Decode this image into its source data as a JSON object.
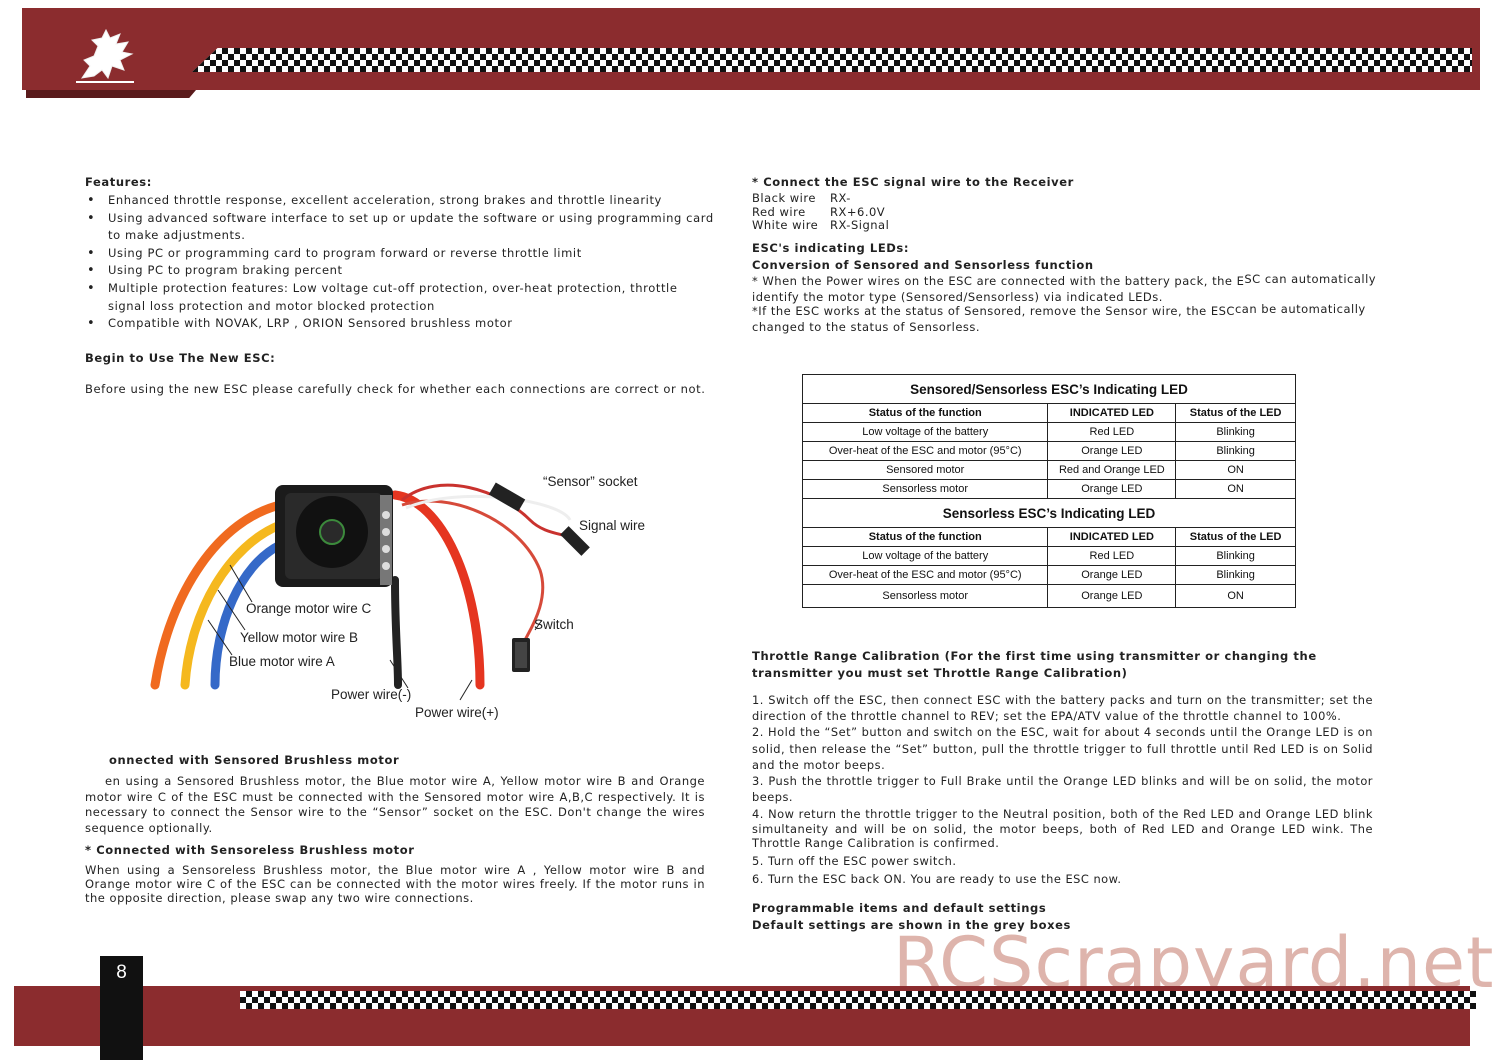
{
  "header": {
    "logo": "dragon-logo"
  },
  "left": {
    "features_heading": "Features:",
    "features": [
      "Enhanced throttle response, excellent acceleration, strong brakes and throttle linearity",
      "Using advanced software interface to set up or update the software or using programming card to make adjustments.",
      "Using PC or programming card to program forward or reverse throttle limit",
      "Using PC to program braking percent",
      "Multiple protection features: Low voltage cut-off protection, over-heat protection, throttle signal loss protection and motor blocked protection",
      "Compatible with NOVAK, LRP , ORION Sensored brushless motor"
    ],
    "begin_heading": "Begin to Use The New ESC:",
    "begin_text": "Before using the new ESC please carefully check for whether each connections are correct or not.",
    "diagram_labels": {
      "sensor_socket": "“Sensor” socket",
      "signal_wire": "Signal wire",
      "orange_wire": "Orange motor wire C",
      "yellow_wire": "Yellow motor wire B",
      "blue_wire": "Blue motor wire A",
      "switch": "Switch",
      "power_neg": "Power wire(-)",
      "power_pos": "Power wire(+)"
    },
    "sensored_heading": "onnected with Sensored Brushless motor",
    "sensored_text": "en using a Sensored Brushless motor, the Blue motor wire A, Yellow motor wire B and Orange motor wire C of the ESC must be connected with the Sensored motor wire A,B,C respectively. It is necessary to connect the Sensor wire to the “Sensor” socket on the ESC. Don't change the wires sequence optionally.",
    "sensorless_heading": "*  Connected with Sensoreless Brushless motor",
    "sensorless_text": "When using a Sensoreless Brushless motor, the Blue motor wire A , Yellow motor wire B and Orange motor wire C of the ESC can be connected with the motor wires freely. If the motor runs in the opposite direction, please swap any two wire connections."
  },
  "right": {
    "receiver_heading": "* Connect the ESC signal wire to the Receiver",
    "receiver_rows": [
      {
        "wire": "Black wire",
        "value": "RX-"
      },
      {
        "wire": "Red wire",
        "value": "RX+6.0V"
      },
      {
        "wire": "White wire",
        "value": "RX-Signal"
      }
    ],
    "led_heading": "ESC's indicating LEDs:",
    "conversion_heading": "Conversion of Sensored and Sensorless function",
    "conversion_line1a": "* When the Power wires on the ESC are connected with the battery pack, the E",
    "conversion_line1b": "SC can automatically",
    "conversion_line2": "identify the motor type (Sensored/Sensorless) via indicated LEDs.",
    "conversion_line3a": "*If the ESC works at the status of Sensored, remove the Sensor wire, the ESC",
    "conversion_line3b": "can be automatically",
    "conversion_line4": "changed to the status of Sensorless.",
    "table1": {
      "title": "Sensored/Sensorless ESC’s Indicating LED",
      "headers": [
        "Status of the function",
        "INDICATED LED",
        "Status of the LED"
      ],
      "rows": [
        [
          "Low voltage of the battery",
          "Red LED",
          "Blinking"
        ],
        [
          "Over-heat of the ESC and motor (95°C)",
          "Orange LED",
          "Blinking"
        ],
        [
          "Sensored motor",
          "Red and Orange LED",
          "ON"
        ],
        [
          "Sensorless motor",
          "Orange LED",
          "ON"
        ]
      ]
    },
    "table2": {
      "title": "Sensorless ESC’s Indicating LED",
      "headers": [
        "Status of the function",
        "INDICATED LED",
        "Status of the LED"
      ],
      "rows": [
        [
          "Low voltage of the battery",
          "Red LED",
          "Blinking"
        ],
        [
          "Over-heat of the ESC and motor (95°C)",
          "Orange LED",
          "Blinking"
        ],
        [
          "Sensorless motor",
          "Orange LED",
          "ON"
        ]
      ]
    },
    "calib_heading": "Throttle Range Calibration (For the first time using transmitter or changing the transmitter you must set Throttle Range Calibration)",
    "calib_steps": [
      "1. Switch off the ESC, then connect ESC with the battery packs and turn on the transmitter; set the direction of the throttle channel to REV; set the EPA/ATV value of the throttle channel to 100%.",
      "2. Hold the “Set” button and switch on the ESC, wait for about 4 seconds until the Orange LED is on solid, then release the “Set” button, pull the throttle trigger to full throttle until Red LED is on Solid and the motor beeps.",
      "3. Push the throttle trigger to Full Brake until the Orange LED blinks and will be on solid, the motor beeps.",
      "4. Now return the throttle trigger to the Neutral position, both of the Red LED and Orange LED blink simultaneity and will be on solid, the motor beeps, both of Red LED and Orange LED wink.  The Throttle Range Calibration is confirmed.",
      "5. Turn off the ESC power switch.",
      "6. Turn the ESC back ON. You are ready to use the ESC now."
    ],
    "prog_line1": "Programmable items and default settings",
    "prog_line2": "Default settings are shown in the grey boxes"
  },
  "footer": {
    "page_number": "8"
  },
  "watermark": "RCScrapyard.net",
  "colors": {
    "band_red": "#8b2c2e",
    "watermark": "#d9a89e"
  }
}
